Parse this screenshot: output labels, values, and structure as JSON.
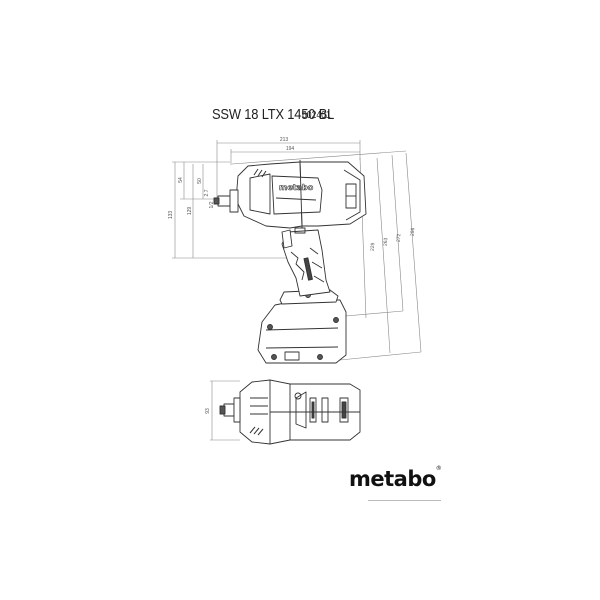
{
  "header": {
    "model": "SSW 18 LTX 1450 BL",
    "article_number": "602401"
  },
  "dimensions": {
    "top_width_overall": "213",
    "top_width_inner": "194",
    "left_height_overall": "133",
    "left_height_inner": "129",
    "left_offset_top": "54",
    "left_offset_inner": "50",
    "chuck_labels": [
      "2.7",
      "1/2"
    ],
    "right_height_1": "229",
    "right_height_2": "263",
    "right_height_3": "272",
    "right_height_4": "296",
    "top_view_width": "93"
  },
  "tool_branding": "metabo",
  "footer": {
    "brand": "metabo",
    "registered_mark": "®"
  },
  "colors": {
    "line": "#333333",
    "dim_line": "#888888",
    "text": "#222222",
    "background": "#ffffff"
  }
}
